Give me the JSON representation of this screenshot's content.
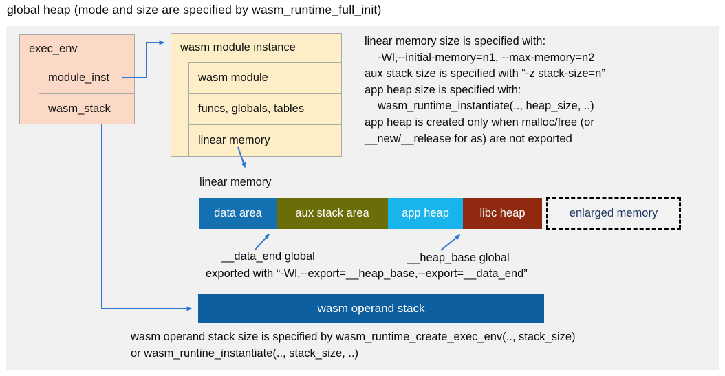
{
  "title": "global heap (mode and size are specified by wasm_runtime_full_init)",
  "exec_env": {
    "header": "exec_env",
    "rows": [
      "module_inst",
      "wasm_stack"
    ]
  },
  "module_instance": {
    "header": "wasm module instance",
    "rows": [
      "wasm module",
      "funcs, globals, tables",
      "linear memory"
    ]
  },
  "notes_right": {
    "lines": [
      "linear memory size is specified with:",
      "-Wl,--initial-memory=n1, --max-memory=n2",
      "aux stack size is specified with “-z stack-size=n”",
      "app heap size is specified with:",
      "wasm_runtime_instantiate(.., heap_size, ..)",
      "app heap is created only when malloc/free (or",
      "__new/__release for as) are not exported"
    ]
  },
  "linear_memory": {
    "label": "linear memory",
    "segments": [
      {
        "label": "data area"
      },
      {
        "label": "aux stack area"
      },
      {
        "label": "app heap"
      },
      {
        "label": "libc heap"
      }
    ],
    "enlarged_label": "enlarged memory"
  },
  "annotations": {
    "data_end": "__data_end global",
    "heap_base": "__heap_base global",
    "exported": "exported with “-Wl,--export=__heap_base,--export=__data_end”"
  },
  "operand_stack": {
    "label": "wasm operand stack"
  },
  "footer": {
    "lines": [
      "wasm operand stack size is specified by wasm_runtime_create_exec_env(.., stack_size)",
      "or wasm_runtine_instantiate(.., stack_size, ..)"
    ]
  },
  "colors": {
    "panel_bg": "#f1f1f1",
    "box_salmon": "#fbd9c6",
    "box_cream": "#fdeec8",
    "box_border": "#a9a9a9",
    "arrow_blue": "#2e77d0",
    "data_area": "#1470b0",
    "aux_stack_area": "#6b6e08",
    "app_heap": "#1ab4ec",
    "libc_heap": "#8f2a10",
    "operand_stack": "#0d5f9f",
    "enlarged_text": "#1f3864"
  }
}
